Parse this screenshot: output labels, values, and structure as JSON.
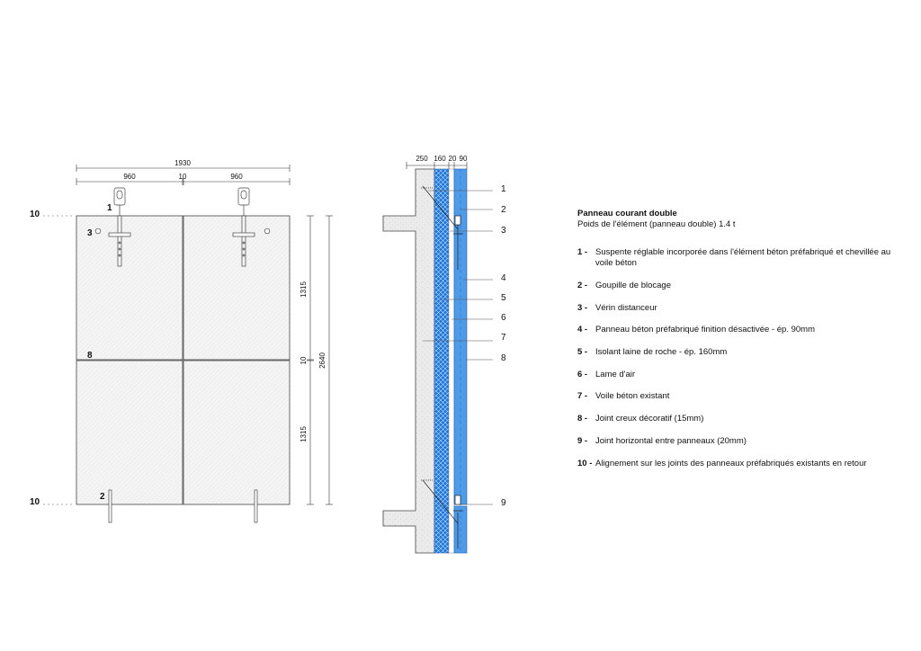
{
  "elevation": {
    "dim_total_width": "1930",
    "dim_panel_width_left": "960",
    "dim_gap": "10",
    "dim_panel_width_right": "960",
    "dim_panel_height_top": "1315",
    "dim_joint": "10",
    "dim_panel_height_bottom": "1315",
    "dim_total_height": "2640",
    "label_top_level": "10",
    "label_bottom_level": "10",
    "callout_1": "1",
    "callout_2": "2",
    "callout_3": "3",
    "callout_8": "8"
  },
  "section": {
    "dim_wall": "250",
    "dim_insulation": "160",
    "dim_air": "20",
    "dim_panel": "90",
    "callouts": [
      "1",
      "2",
      "3",
      "4",
      "5",
      "6",
      "7",
      "8",
      "9"
    ]
  },
  "legend": {
    "title": "Panneau courant double",
    "subtitle": "Poids de l'élément (panneau double) 1.4 t",
    "items": [
      {
        "num": "1 -",
        "text": "Suspente réglable incorporée dans l'élément béton préfabriqué et chevillée au voile béton"
      },
      {
        "num": "2 -",
        "text": "Goupille de blocage"
      },
      {
        "num": "3 -",
        "text": "Vérin distanceur"
      },
      {
        "num": "4 -",
        "text": "Panneau béton préfabriqué finition désactivée - ép. 90mm"
      },
      {
        "num": "5 -",
        "text": "Isolant laine de roche - ép. 160mm"
      },
      {
        "num": "6 -",
        "text": "Lame d'air"
      },
      {
        "num": "7 -",
        "text": "Voile béton existant"
      },
      {
        "num": "8 -",
        "text": "Joint creux décoratif (15mm)"
      },
      {
        "num": "9 -",
        "text": "Joint horizontal entre panneaux (20mm)"
      },
      {
        "num": "10 -",
        "text": "Alignement sur les joints des panneaux préfabriqués existants en retour"
      }
    ]
  },
  "colors": {
    "insulation": "#1f76d6",
    "panel": "#4f9be8",
    "concrete": "#e6e6e6",
    "line": "#333333"
  }
}
